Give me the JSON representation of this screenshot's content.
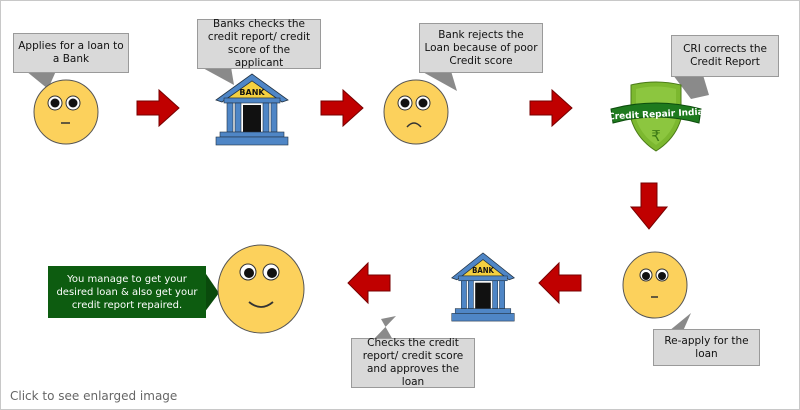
{
  "steps": [
    {
      "text": "Applies for a loan to a Bank"
    },
    {
      "text": "Banks checks the credit report/ credit score of the applicant"
    },
    {
      "text": "Bank rejects the Loan because of poor Credit score"
    },
    {
      "text": "CRI corrects the Credit Report"
    },
    {
      "text": "Re-apply for the loan"
    },
    {
      "text": "Checks the credit report/ credit score and approves the loan"
    },
    {
      "text": "You manage to get your desired loan & also get your credit report repaired."
    }
  ],
  "bank_label": "BANK",
  "logo_text": "Credit Repair India",
  "logo_symbol": "₹",
  "caption": "Click to see enlarged image",
  "colors": {
    "arrow": "#c00000",
    "smiley": "#fcd15c",
    "bank": "#4f86c6",
    "bubble": "#d9d9d9",
    "green": "#0d5c10",
    "shield": "#7cb82f"
  }
}
